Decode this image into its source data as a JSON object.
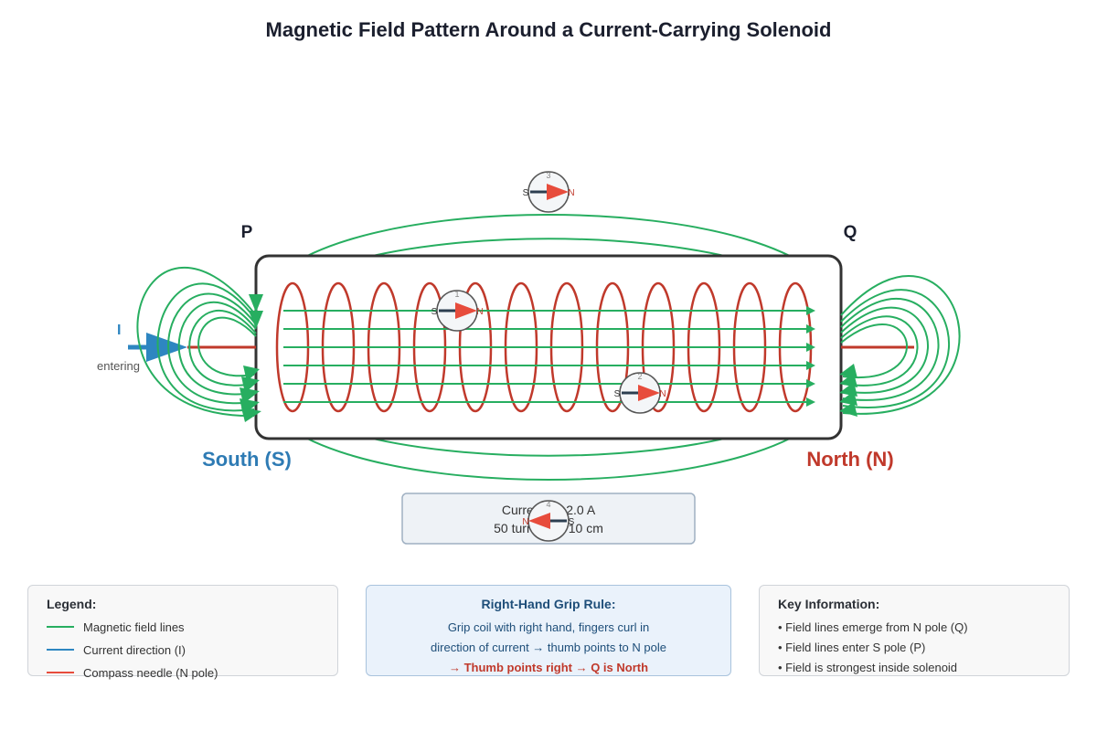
{
  "title": "Magnetic Field Pattern Around a Current-Carrying Solenoid",
  "labels": {
    "end_left": "P",
    "end_right": "Q",
    "pole_left": "South (S)",
    "pole_right": "North (N)",
    "current_symbol": "I",
    "current_note": "entering"
  },
  "info_box": {
    "current": "Current I = 2.0 A",
    "specs": "50 turns, L = 10 cm"
  },
  "compass_letters": {
    "north": "N",
    "south": "S"
  },
  "compasses": [
    {
      "number": "1",
      "points": "right"
    },
    {
      "number": "2",
      "points": "right"
    },
    {
      "number": "3",
      "points": "right"
    },
    {
      "number": "4",
      "points": "left"
    }
  ],
  "coil": {
    "turns_drawn": 12
  },
  "legend": {
    "title": "Legend:",
    "items": [
      {
        "label": "Magnetic field lines",
        "color": "#27ae60"
      },
      {
        "label": "Current direction (I)",
        "color": "#2e86c1"
      },
      {
        "label": "Compass needle (N pole)",
        "color": "#e74c3c"
      }
    ]
  },
  "rule": {
    "title": "Right-Hand Grip Rule:",
    "line1": "Grip coil with right hand, fingers curl in",
    "line2": "direction of current → thumb points to N pole",
    "result": "→ Thumb points right → Q is North"
  },
  "key_info": {
    "title": "Key Information:",
    "items": [
      "• Field lines emerge from N pole (Q)",
      "• Field lines enter S pole (P)",
      "• Field is strongest inside solenoid"
    ]
  },
  "colors": {
    "field": "#27ae60",
    "coil": "#c0392b",
    "current": "#2e86c1",
    "needle_north": "#e74c3c",
    "needle_south": "#2c3e50",
    "frame": "#333333"
  }
}
